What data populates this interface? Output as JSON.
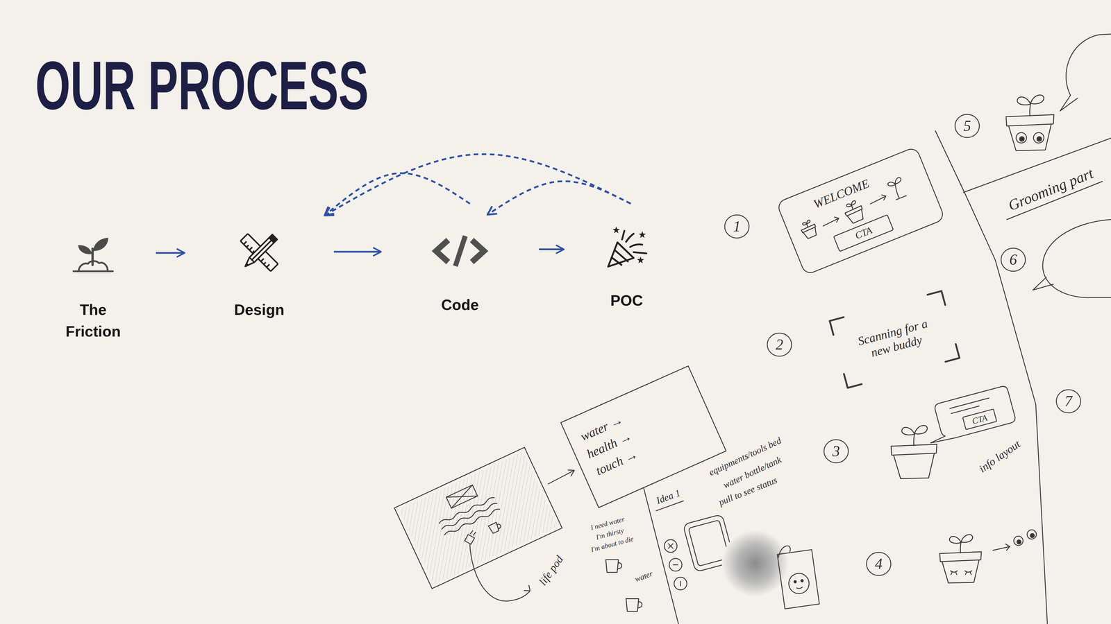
{
  "diagram": {
    "title": "OUR PROCESS",
    "nodes": [
      {
        "text": [
          "The Friction"
        ]
      },
      {
        "text": [
          "Design"
        ]
      },
      {
        "text": [
          "Code"
        ]
      },
      {
        "text": [
          "POC"
        ]
      }
    ],
    "edges": [
      {
        "from": 0,
        "to": 1,
        "arrow": "to"
      },
      {
        "from": 1,
        "to": 2,
        "arrow": "to"
      },
      {
        "from": 2,
        "to": 3,
        "arrow": "to"
      },
      {
        "from": 2,
        "to": 1,
        "arrow": "to"
      },
      {
        "from": 3,
        "to": 2,
        "arrow": "to"
      },
      {
        "from": 3,
        "to": 1,
        "arrow": "to"
      }
    ],
    "labels": [
      "1",
      "WELCOME",
      "CTA",
      "2",
      "Scanning for a new buddy",
      "3",
      "CTA",
      "info layout",
      "4",
      "5",
      "Grooming part",
      "6",
      "7",
      "water →",
      "health →",
      "touch →",
      "life pod",
      "I need water",
      "I'm thirsty",
      "I'm about to die",
      "Idea 1",
      "equipments/tools bed",
      "water bottle/tank",
      "pull to see status",
      "water"
    ]
  }
}
